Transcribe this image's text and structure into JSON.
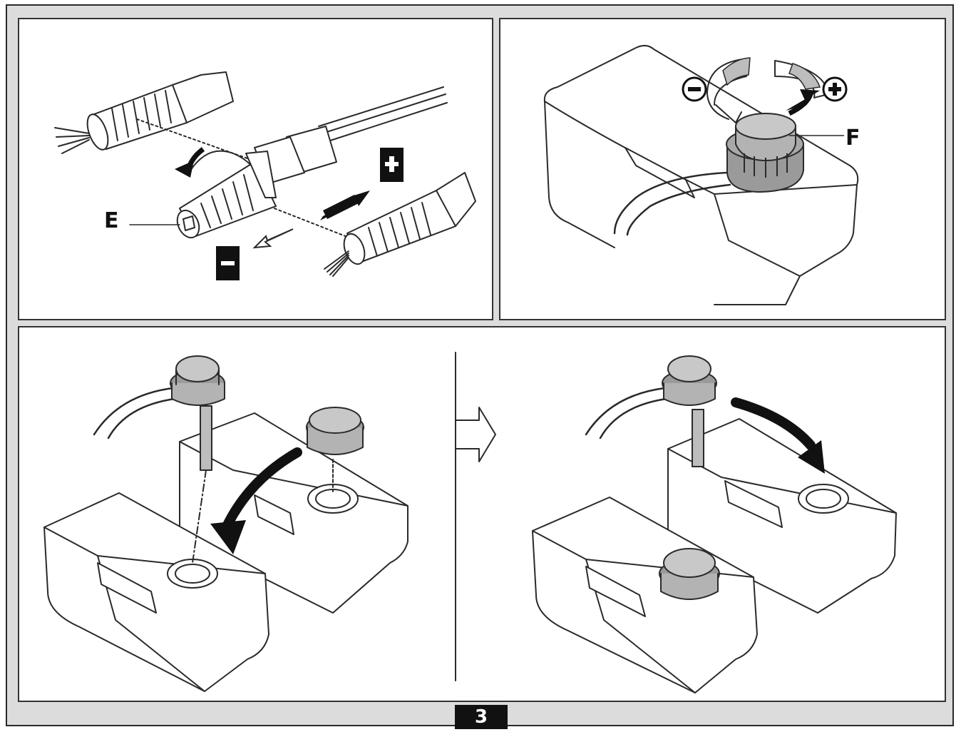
{
  "callouts": {
    "nozzle_label": "E",
    "cap_label": "F"
  },
  "page": {
    "number": "3"
  },
  "colors": {
    "line": "#2a2a2a",
    "cap_fill": "#b3b3b3",
    "badge_fill": "#111111",
    "frame_bg": "#dcdcdc"
  },
  "icons": [
    "plus-badge-icon",
    "minus-badge-icon",
    "plus-circle-icon",
    "minus-circle-icon",
    "rotate-arrow-icon",
    "step-arrow-icon"
  ]
}
